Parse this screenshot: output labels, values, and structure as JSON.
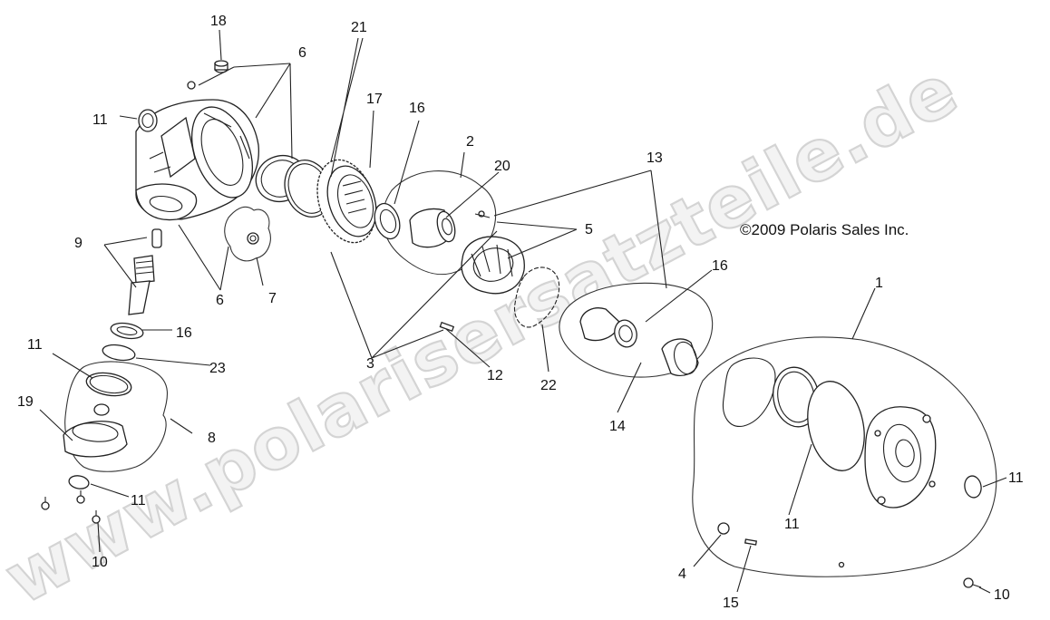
{
  "copyright": "©2009 Polaris Sales Inc.",
  "watermark": "www.polarisersatzteile.de",
  "callouts": [
    "1",
    "2",
    "3",
    "4",
    "5",
    "6",
    "6",
    "7",
    "8",
    "9",
    "10",
    "10",
    "11",
    "11",
    "11",
    "11",
    "11",
    "12",
    "13",
    "14",
    "15",
    "16",
    "16",
    "16",
    "17",
    "18",
    "19",
    "20",
    "21",
    "22",
    "23"
  ]
}
